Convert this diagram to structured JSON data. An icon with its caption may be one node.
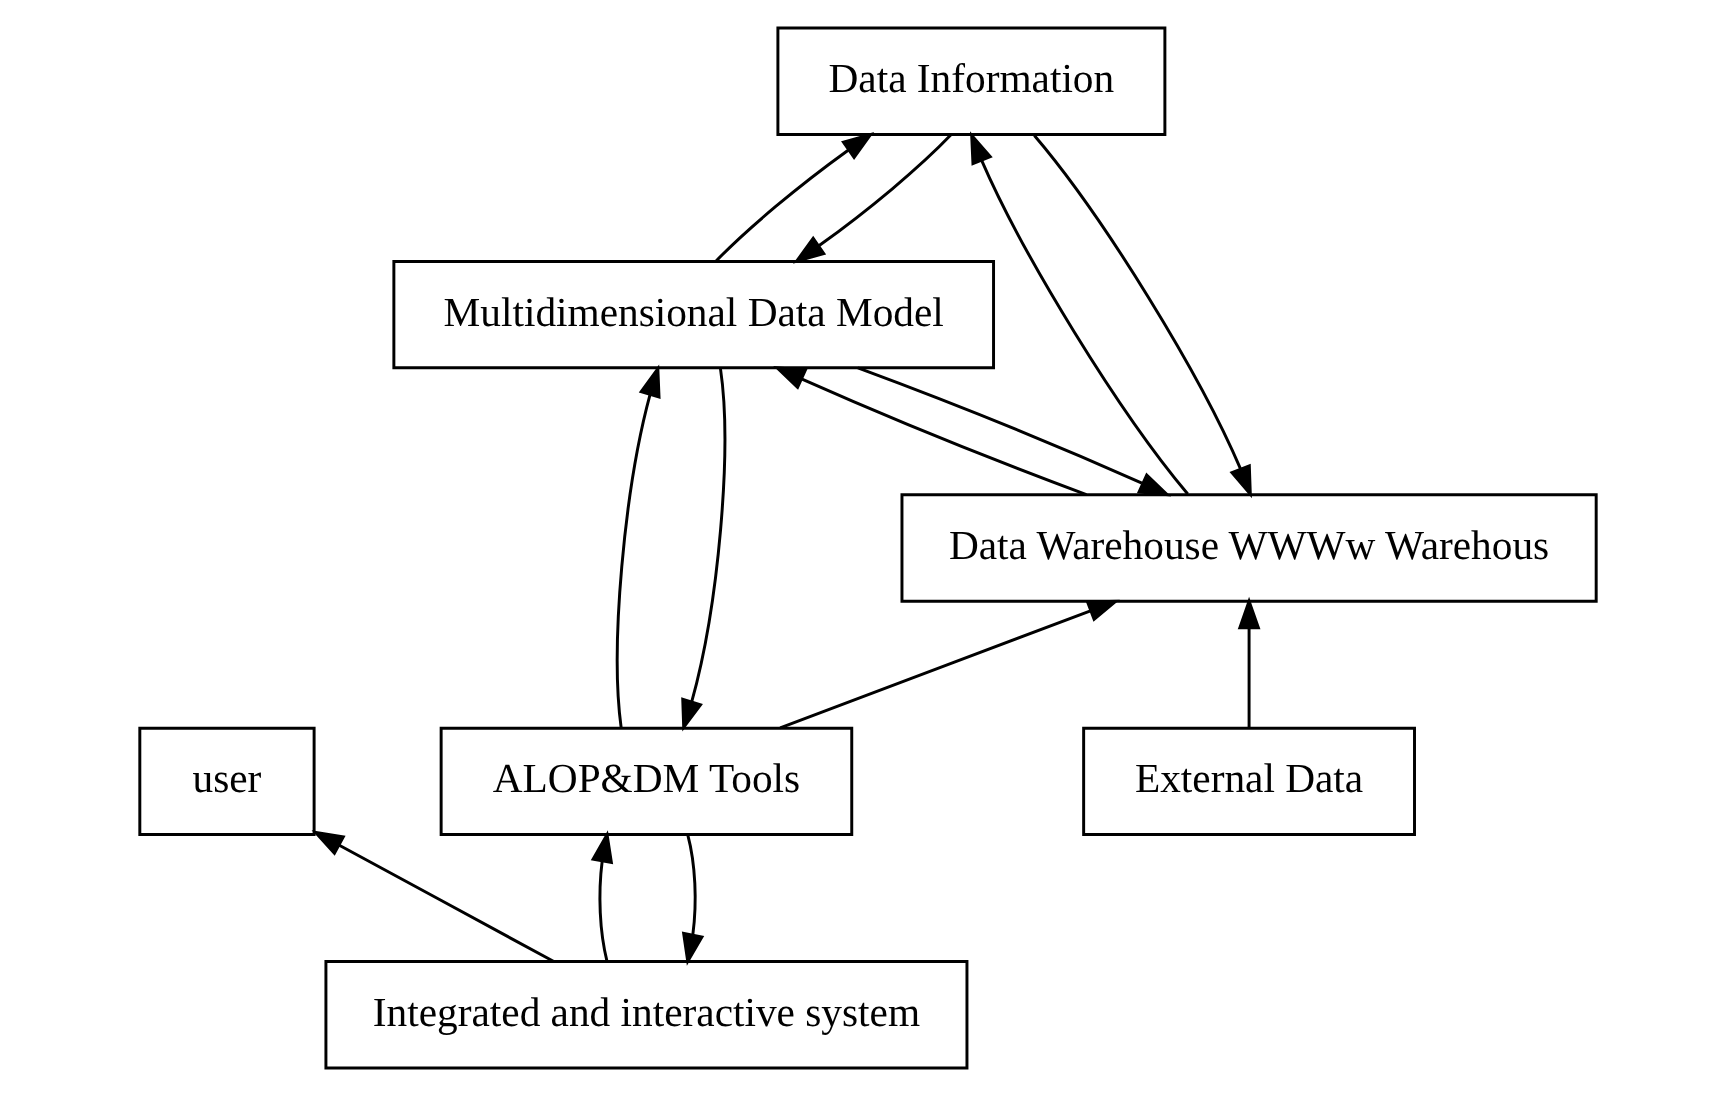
{
  "diagram": {
    "nodes": [
      {
        "text": [
          "user"
        ]
      },
      {
        "text": [
          "Integrated and interactive system"
        ]
      },
      {
        "text": [
          "ALOP&DM Tools"
        ]
      },
      {
        "text": [
          "Multidimensional Data Model"
        ]
      },
      {
        "text": [
          "Data Warehouse WWWw Warehous"
        ]
      },
      {
        "text": [
          "External Data"
        ]
      },
      {
        "text": [
          "Data Information"
        ]
      }
    ],
    "edges": [
      {
        "from": 1,
        "to": 0,
        "arrow": "to"
      },
      {
        "from": 2,
        "to": 1,
        "arrow": "to"
      },
      {
        "from": 1,
        "to": 2,
        "arrow": "to"
      },
      {
        "from": 2,
        "to": 3,
        "arrow": "to"
      },
      {
        "from": 3,
        "to": 2,
        "arrow": "to"
      },
      {
        "from": 2,
        "to": 4,
        "arrow": "to"
      },
      {
        "from": 4,
        "to": 3,
        "arrow": "to"
      },
      {
        "from": 3,
        "to": 4,
        "arrow": "to"
      },
      {
        "from": 6,
        "to": 3,
        "arrow": "to"
      },
      {
        "from": 3,
        "to": 6,
        "arrow": "to"
      },
      {
        "from": 6,
        "to": 4,
        "arrow": "to"
      },
      {
        "from": 4,
        "to": 6,
        "arrow": "to"
      },
      {
        "from": 5,
        "to": 4,
        "arrow": "to"
      }
    ]
  }
}
